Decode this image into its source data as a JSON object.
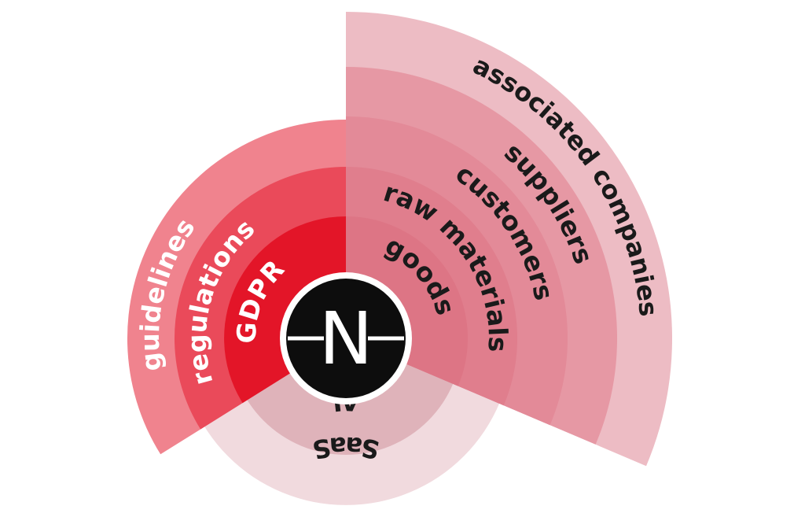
{
  "logo": {
    "letter": "N",
    "ring_color": "#ffffff",
    "disc_color": "#0d0d0d"
  },
  "compliance_sector": {
    "rings": [
      {
        "label": "GDPR",
        "color": "#e31528"
      },
      {
        "label": "regulations",
        "color": "#ea4a5a"
      },
      {
        "label": "guidelines",
        "color": "#f0838e"
      }
    ]
  },
  "technology_sector": {
    "rings": [
      {
        "label": "AI",
        "color": "#dfb3ba"
      },
      {
        "label": "SaaS",
        "color": "#f1dade"
      }
    ]
  },
  "supply_chain_sector": {
    "rings": [
      {
        "label": "goods",
        "color": "#dd7585"
      },
      {
        "label": "raw materials",
        "color": "#e07e8d"
      },
      {
        "label": "customers",
        "color": "#e38a98"
      },
      {
        "label": "suppliers",
        "color": "#e698a4"
      },
      {
        "label": "associated companies",
        "color": "#edbcc4"
      }
    ]
  }
}
